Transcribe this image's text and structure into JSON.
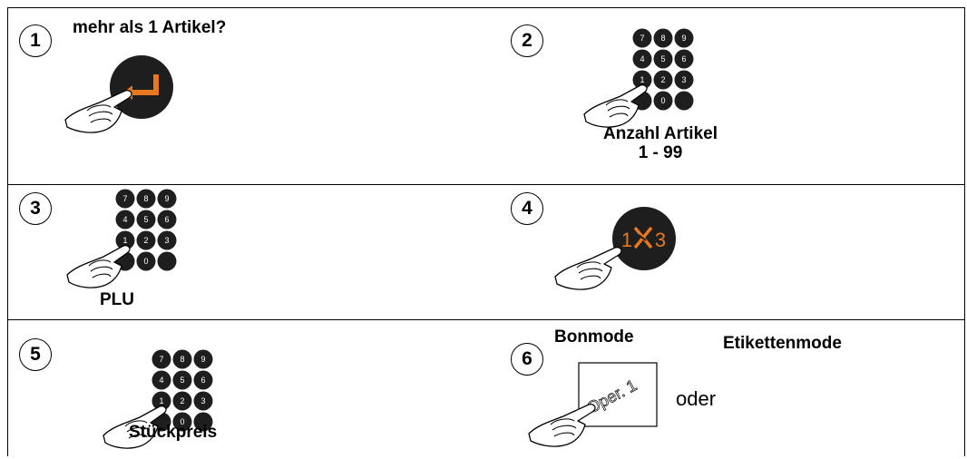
{
  "steps": [
    {
      "number": "1",
      "caption": "mehr als 1 Artikel?"
    },
    {
      "number": "2",
      "caption_line1": "Anzahl Artikel",
      "caption_line2": "1 - 99"
    },
    {
      "number": "3",
      "caption": "PLU"
    },
    {
      "number": "4",
      "key_label_left": "1",
      "key_label_right": "3"
    },
    {
      "number": "5",
      "caption": "Stückpreis"
    },
    {
      "number": "6",
      "label_left": "Bonmode",
      "label_right": "Etikettenmode",
      "or_text": "oder",
      "button_text": "Oper. 1"
    }
  ],
  "keypad_keys": [
    "7",
    "8",
    "9",
    "4",
    "5",
    "6",
    "1",
    "2",
    "3",
    "0"
  ],
  "colors": {
    "key_fill": "#1e1e1e",
    "accent": "#e8781e",
    "line": "#000000"
  }
}
